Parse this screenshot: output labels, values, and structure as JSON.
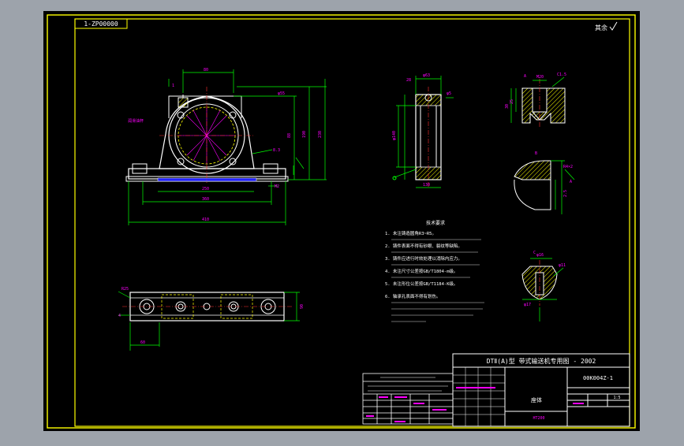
{
  "drawing": {
    "code_box": "1-ZP00000",
    "roughness_note": "其余",
    "title_line": "DTⅡ(A)型   带式输送机专用图 - 2002",
    "drawing_number": "00K004Z-1",
    "part_name": "座体",
    "material": "HT200",
    "cell_scale": "1:5",
    "tech_requirements": {
      "heading": "技术要求",
      "items": [
        "1. 未注铸造圆角R3~R5。",
        "2. 铸件表面不得有砂眼、裂纹等缺陷。",
        "3. 铸件应进行时效处理以消除内应力。",
        "4. 未注尺寸公差按GB/T1804-m级。",
        "5. 未注形位公差按GB/T1184-K级。",
        "6. 轴承孔表面不得有划伤。"
      ]
    }
  },
  "colors": {
    "background": "#000000",
    "frame": "#ffff00",
    "outline": "#ffffff",
    "dimension": "#00ff00",
    "text": "#ff00ff",
    "center_line": "#ff3030",
    "hidden": "#ffff00",
    "hatch": "#ffff00",
    "highlight": "#00ffff",
    "blue_part": "#2020ff"
  }
}
